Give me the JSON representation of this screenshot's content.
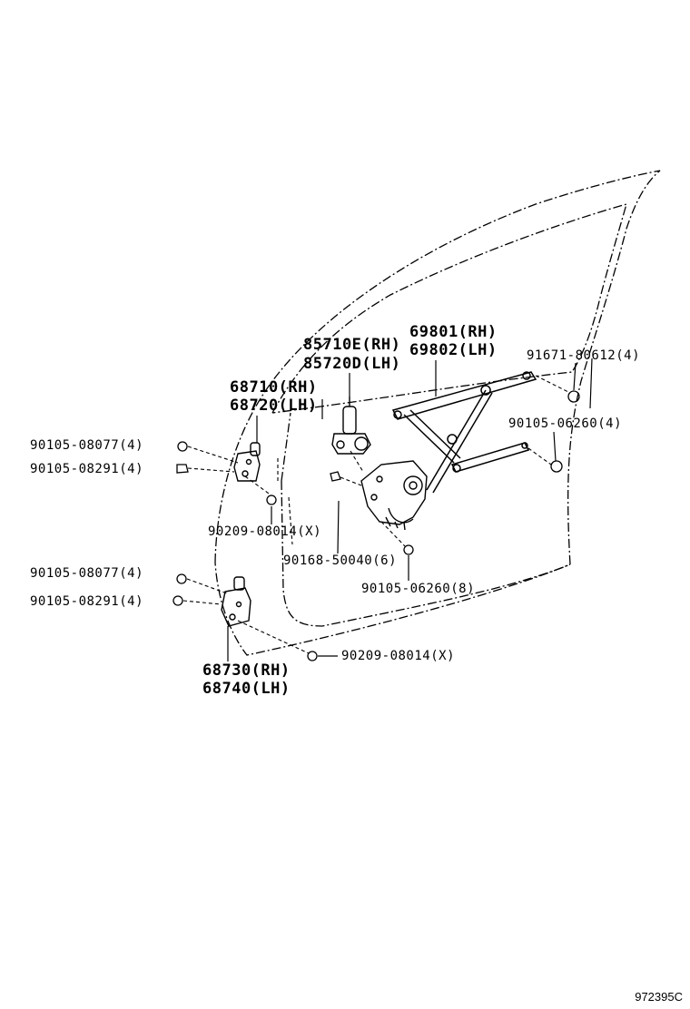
{
  "labels": {
    "motor_rh": "85710E(RH)",
    "motor_lh": "85720D(LH)",
    "regulator_rh": "69801(RH)",
    "regulator_lh": "69802(LH)",
    "upper_hinge_rh": "68710(RH)",
    "upper_hinge_lh": "68720(LH)",
    "lower_hinge_rh": "68730(RH)",
    "lower_hinge_lh": "68740(LH)",
    "clip_91671": "91671-80612(4)",
    "bolt_90105_06260_4": "90105-06260(4)",
    "bolt_90105_08077_upper": "90105-08077(4)",
    "bolt_90105_08291_upper": "90105-08291(4)",
    "washer_90209_upper": "90209-08014(X)",
    "screw_90168": "90168-50040(6)",
    "bolt_90105_06260_8": "90105-06260(8)",
    "bolt_90105_08077_lower": "90105-08077(4)",
    "bolt_90105_08291_lower": "90105-08291(4)",
    "washer_90209_lower": "90209-08014(X)"
  },
  "reference_code": "972395C"
}
